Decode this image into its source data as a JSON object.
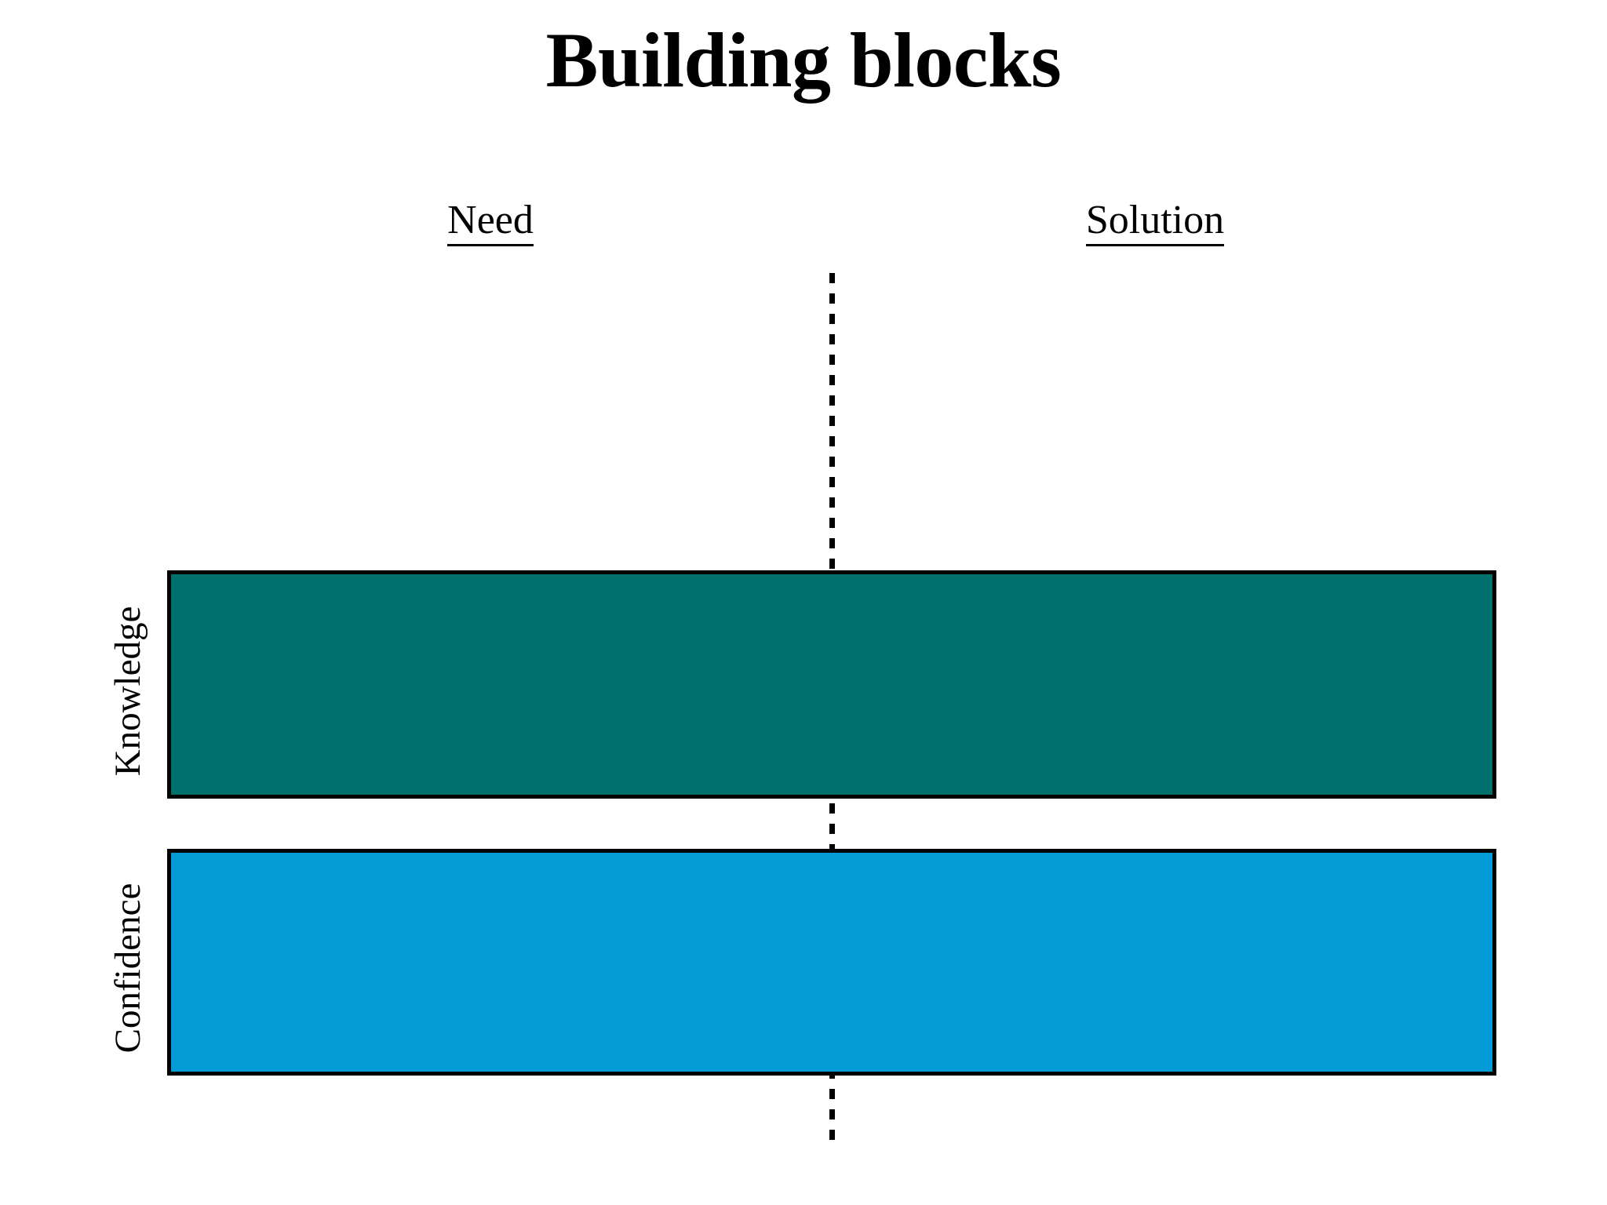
{
  "slide": {
    "title": "Building blocks",
    "background_color": "#ffffff",
    "text_color": "#000000"
  },
  "columns": {
    "left": {
      "label": "Need"
    },
    "right": {
      "label": "Solution"
    }
  },
  "divider": {
    "style": "dashed",
    "orientation": "vertical",
    "color": "#000000"
  },
  "rows": [
    {
      "label": "Knowledge",
      "fill_color": "#00706c",
      "border_color": "#000000"
    },
    {
      "label": "Confidence",
      "fill_color": "#039bd5",
      "border_color": "#000000"
    }
  ],
  "chart_data": {
    "type": "bar",
    "title": "Building blocks",
    "orientation": "horizontal",
    "categories": [
      "Knowledge",
      "Confidence"
    ],
    "series": [
      {
        "name": "Need",
        "values": [
          1,
          1
        ]
      },
      {
        "name": "Solution",
        "values": [
          1,
          1
        ]
      }
    ],
    "colors": [
      "#00706c",
      "#039bd5"
    ],
    "xlabel": "",
    "ylabel": "",
    "legend": "none",
    "grid": false,
    "annotations": [
      "Each block spans the full width, crossing the dashed Need / Solution divider"
    ]
  }
}
